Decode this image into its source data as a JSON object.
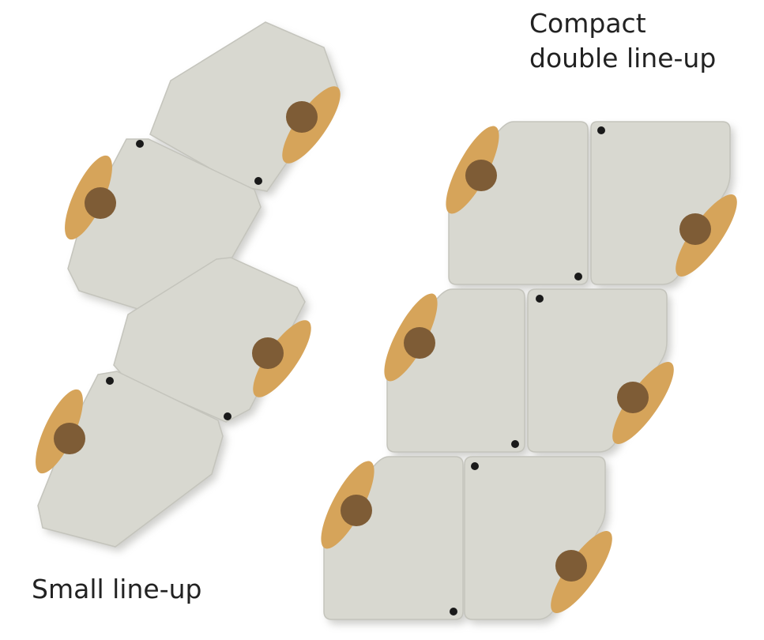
{
  "labels": {
    "small": "Small line-up",
    "compact_line1": "Compact",
    "compact_line2": "double line-up"
  },
  "colors": {
    "tile": "#d8d8d0",
    "tile_edge": "#c4c4bc",
    "shadow": "#a6a6a0",
    "petal": "#d6a45a",
    "hub": "#7e5c36",
    "dot": "#1a1a1a"
  },
  "layouts": [
    {
      "name": "small-line-up",
      "tile_count": 4
    },
    {
      "name": "compact-double-line-up",
      "tile_count": 6
    }
  ]
}
